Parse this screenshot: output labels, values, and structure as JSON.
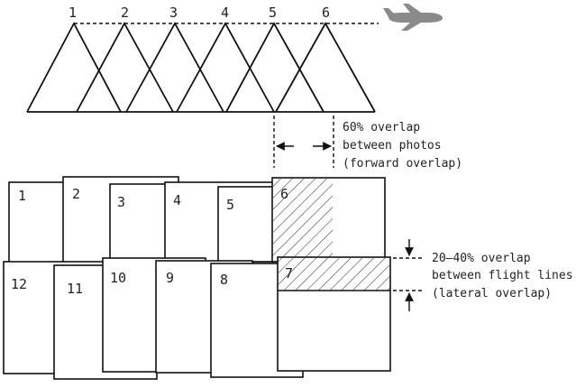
{
  "flight_numbers": [
    "1",
    "2",
    "3",
    "4",
    "5",
    "6"
  ],
  "photo_numbers": [
    "1",
    "2",
    "3",
    "4",
    "5",
    "6",
    "7",
    "8",
    "9",
    "10",
    "11",
    "12"
  ],
  "forward_overlap": [
    "60% overlap",
    "between photos",
    "(forward overlap)"
  ],
  "lateral_overlap": [
    "20—40% overlap",
    "between flight lines",
    "(lateral overlap)"
  ],
  "colors": {
    "line": "#111111",
    "airplane": "#8a8a8a",
    "background": "#ffffff"
  },
  "icons": {
    "airplane": "airplane-icon"
  }
}
